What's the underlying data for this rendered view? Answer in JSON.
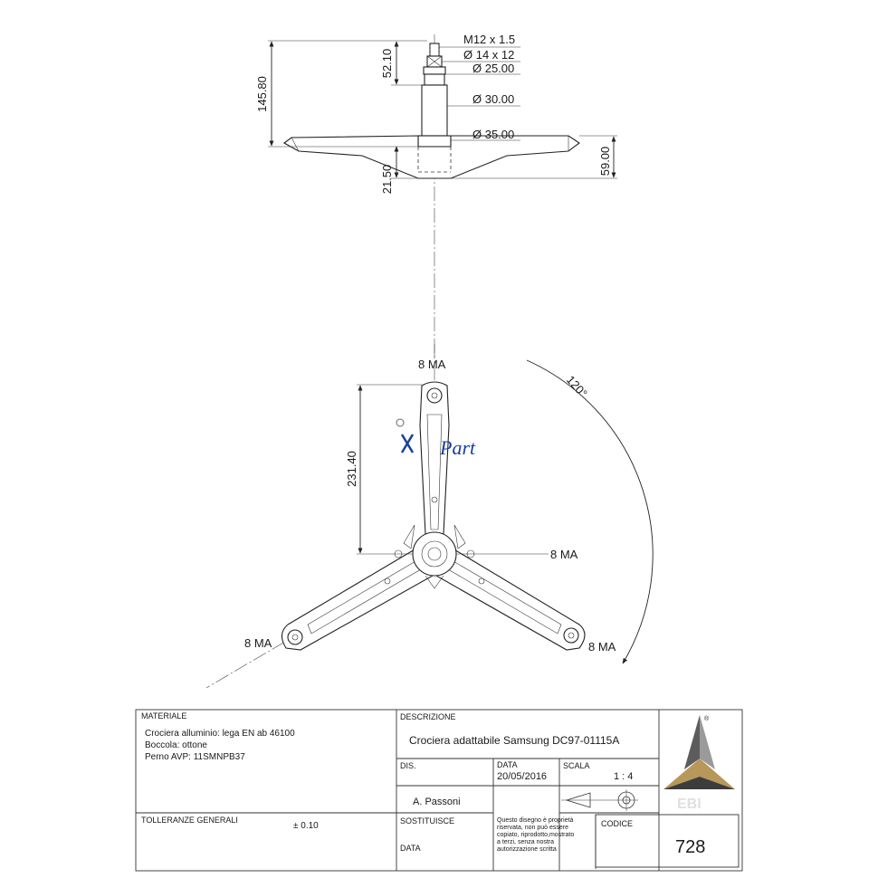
{
  "top_view": {
    "thread": "M12 x 1.5",
    "bushing_dia": "Ø 14 x 12",
    "dia_25": "Ø 25.00",
    "dia_30": "Ø 30.00",
    "dia_35": "Ø 35.00",
    "len_52": "52.10",
    "len_145": "145.80",
    "len_21": "21.50",
    "len_59": "59.00"
  },
  "bottom_view": {
    "hole_top": "8 MA",
    "hole_center": "8 MA",
    "hole_left": "8 MA",
    "hole_right": "8 MA",
    "arm_length": "231.40",
    "angle": "120°",
    "watermark_part": "Part"
  },
  "title_block": {
    "material_label": "MATERIALE",
    "material_lines": [
      "Crociera alluminio: lega EN ab 46100",
      "Boccola: ottone",
      "Perno AVP: 11SMNPB37"
    ],
    "tolerance_label": "TOLLERANZE GENERALI",
    "tolerance_value": "± 0.10",
    "description_label": "DESCRIZIONE",
    "description_value": "Crociera adattabile Samsung DC97-01115A",
    "dis_label": "DIS.",
    "data_label": "DATA",
    "data_value": "20/05/2016",
    "scala_label": "SCALA",
    "scala_value": "1 : 4",
    "author": "A. Passoni",
    "sostituisce_label": "SOSTITUISCE",
    "data2_label": "DATA",
    "notice_lines": [
      "Questo disegno è proprietà",
      "riservata, non può essere",
      "copiato, riprodotto,mostrato",
      "a terzi, senza nostra",
      "autorizzazione scritta"
    ],
    "codice_label": "CODICE",
    "codice_value": "728",
    "logo_text": "EBI",
    "registered": "®"
  }
}
